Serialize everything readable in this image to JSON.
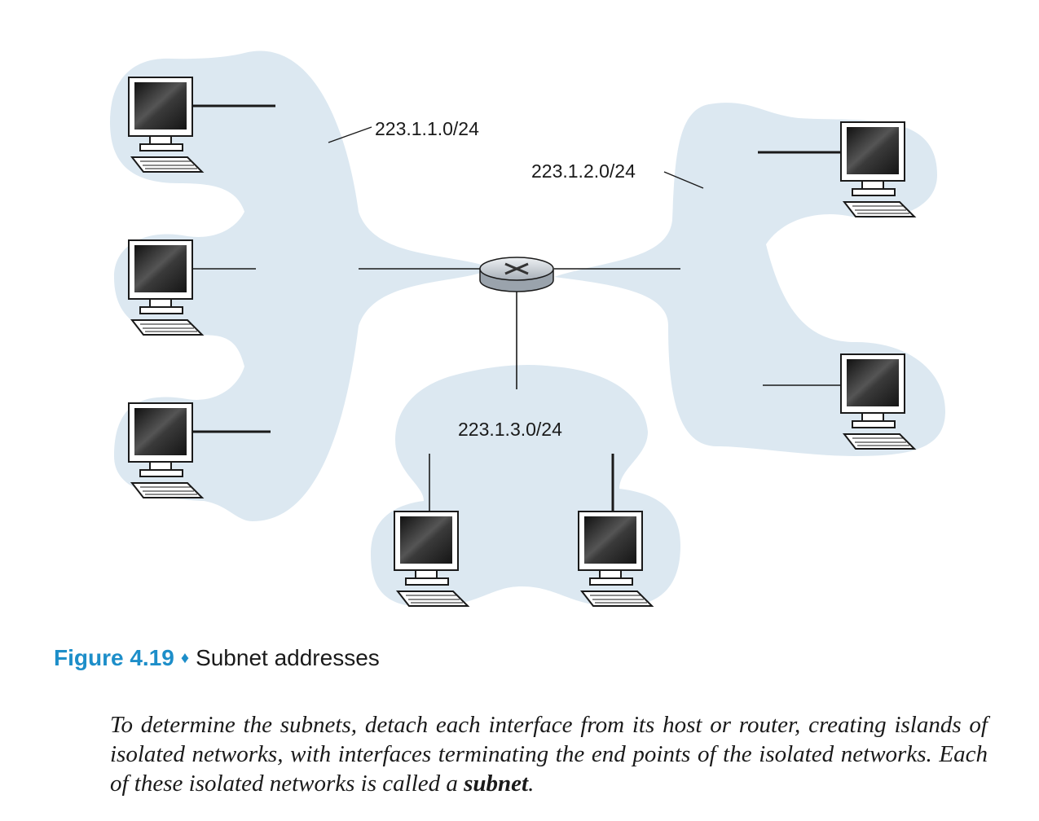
{
  "diagram": {
    "subnets": [
      {
        "id": "left",
        "label": "223.1.1.0/24"
      },
      {
        "id": "right",
        "label": "223.1.2.0/24"
      },
      {
        "id": "bottom",
        "label": "223.1.3.0/24"
      }
    ],
    "colors": {
      "island": "#dce8f1",
      "link": "#1a1a1a",
      "router": "#c9cfd6",
      "screen": "#2a2a2a"
    },
    "icons": {
      "router": "router-icon",
      "host": "computer-icon"
    }
  },
  "caption": {
    "figure": "Figure 4.19",
    "separator": "♦",
    "title": "Subnet addresses"
  },
  "body": {
    "text": "To determine the subnets, detach each interface from its host or router, creating islands of isolated networks, with interfaces terminating the end points of the isolated networks. Each of these isolated networks is called a ",
    "term": "subnet",
    "end": "."
  }
}
